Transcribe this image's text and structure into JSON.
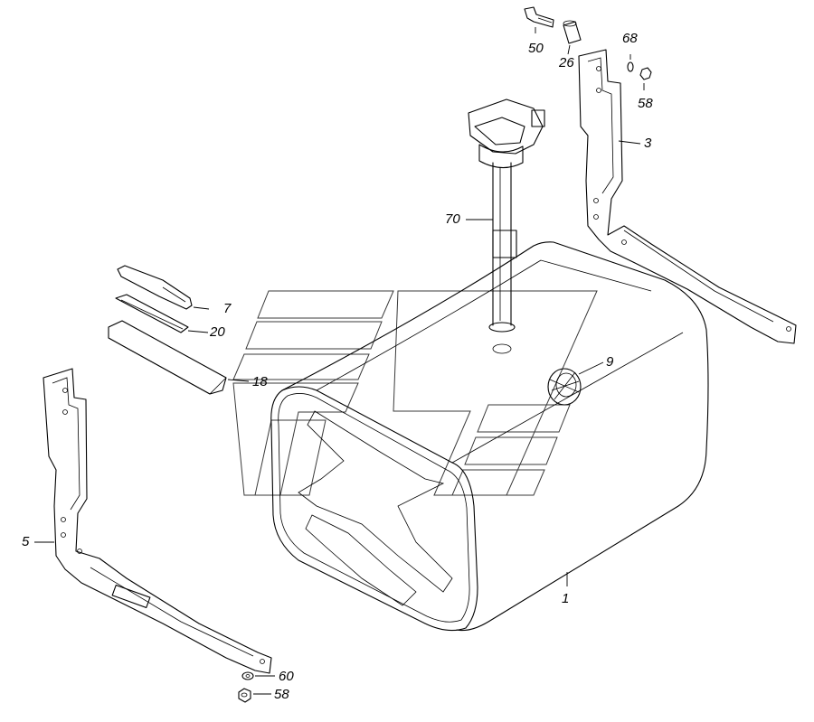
{
  "callouts": [
    {
      "id": "50",
      "text": "50"
    },
    {
      "id": "26",
      "text": "26"
    },
    {
      "id": "68",
      "text": "68"
    },
    {
      "id": "58a",
      "text": "58"
    },
    {
      "id": "3",
      "text": "3"
    },
    {
      "id": "70",
      "text": "70"
    },
    {
      "id": "7",
      "text": "7"
    },
    {
      "id": "20",
      "text": "20"
    },
    {
      "id": "18",
      "text": "18"
    },
    {
      "id": "9",
      "text": "9"
    },
    {
      "id": "5",
      "text": "5"
    },
    {
      "id": "1",
      "text": "1"
    },
    {
      "id": "60",
      "text": "60"
    },
    {
      "id": "58b",
      "text": "58"
    }
  ]
}
